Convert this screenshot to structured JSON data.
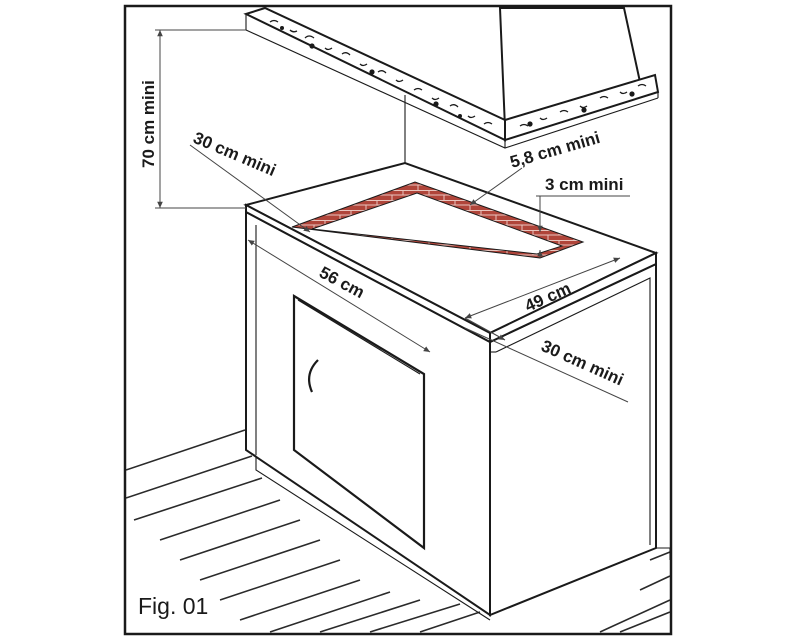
{
  "figure": {
    "caption": "Fig. 01",
    "labels": {
      "hood_height": "70 cm mini",
      "left_clearance": "30 cm mini",
      "right_clearance": "30 cm mini",
      "hood_offset": "5,8 cm mini",
      "border_gap": "3 cm mini",
      "cutout_width": "56 cm",
      "cutout_depth": "49 cm"
    },
    "colors": {
      "brick": "#b0453a",
      "line": "#1a1a1a",
      "background": "#ffffff"
    }
  }
}
